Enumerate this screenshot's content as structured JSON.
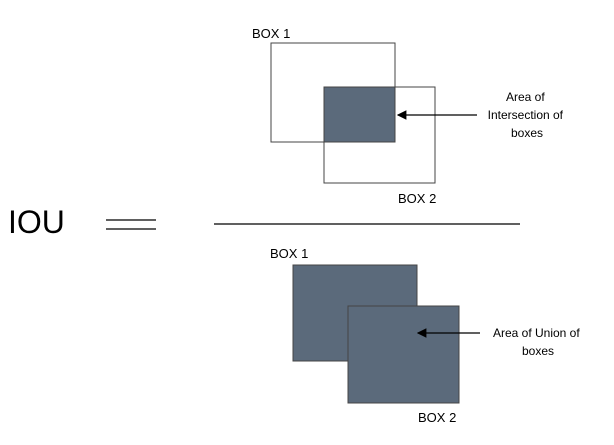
{
  "title": "IOU",
  "numerator": {
    "box1_label": "BOX 1",
    "box2_label": "BOX 2",
    "annotation": [
      "Area of",
      "Intersection of",
      "boxes"
    ]
  },
  "denominator": {
    "box1_label": "BOX 1",
    "box2_label": "BOX 2",
    "annotation": [
      "Area of Union of",
      "boxes"
    ]
  },
  "colors": {
    "fill": "#5b6a7b",
    "stroke": "#444444",
    "line": "#000000"
  }
}
